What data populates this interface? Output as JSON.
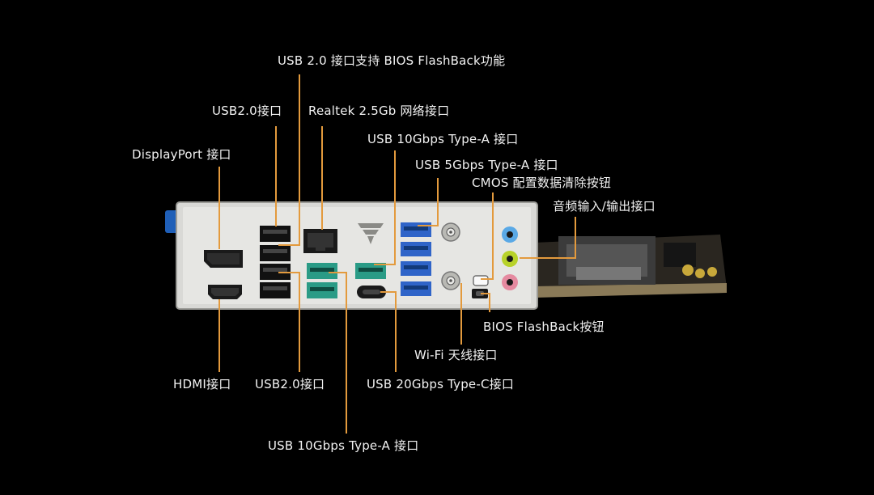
{
  "labels": {
    "usb2_bios_flashback": "USB 2.0 接口支持 BIOS FlashBack功能",
    "usb20_top": "USB2.0接口",
    "realtek_lan": "Realtek 2.5Gb 网络接口",
    "usb10_top": "USB 10Gbps Type-A 接口",
    "displayport": "DisplayPort 接口",
    "usb5": "USB 5Gbps Type-A 接口",
    "cmos": "CMOS 配置数据清除按钮",
    "audio": "音频输入/输出接口",
    "bios_btn": "BIOS FlashBack按钮",
    "wifi": "Wi-Fi 天线接口",
    "hdmi": "HDMI接口",
    "usb20_bottom": "USB2.0接口",
    "usb20c": "USB 20Gbps Type-C接口",
    "usb10_bottom": "USB 10Gbps Type-A 接口"
  },
  "colors": {
    "background": "#000000",
    "callout_line": "#e39a3d",
    "label_text": "#f2f2f2",
    "io_plate": "#d9d9d6",
    "usb3_port": "#2f64c8",
    "usb20gbps_port": "#2a9b86",
    "audio_blue": "#5aa9e6",
    "audio_green": "#b8d22a",
    "audio_pink": "#e58aa0"
  },
  "icons": [
    "displayport-icon",
    "hdmi-icon",
    "usb-port-icon",
    "ethernet-icon",
    "usb-c-icon",
    "wifi-antenna-icon",
    "audio-jack-icon",
    "button-icon",
    "logo-icon"
  ]
}
